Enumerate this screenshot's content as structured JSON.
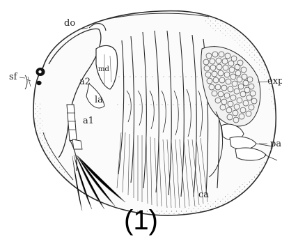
{
  "figure": {
    "labels": {
      "do": "do",
      "sf": "sf",
      "md": "md",
      "a2": "a2",
      "la": "la",
      "a1": "a1",
      "exp": "exp",
      "pa": "pa",
      "ca": "ca"
    },
    "caption": "(1)"
  }
}
